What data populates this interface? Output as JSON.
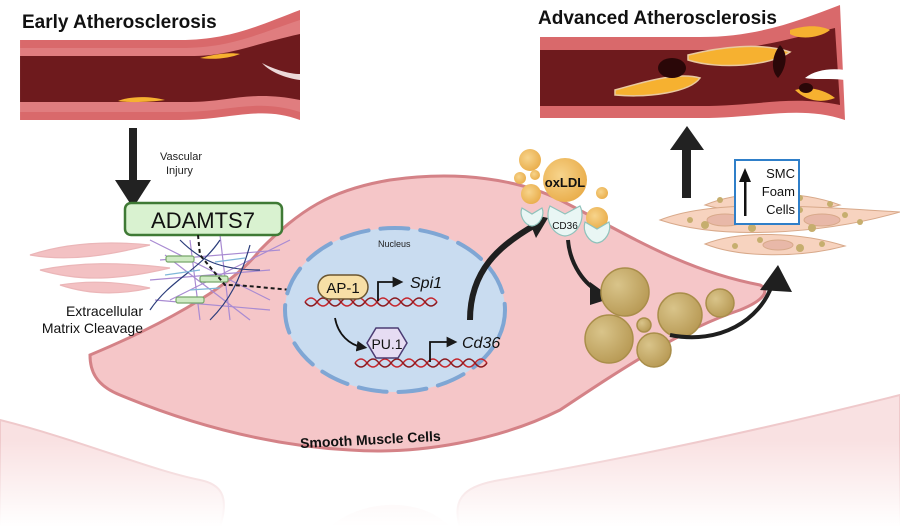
{
  "titles": {
    "early": "Early Atherosclerosis",
    "advanced": "Advanced Atherosclerosis"
  },
  "labels": {
    "vascular_injury_line1": "Vascular",
    "vascular_injury_line2": "Injury",
    "adamts7": "ADAMTS7",
    "ecm_line1": "Extracellular",
    "ecm_line2": "Matrix Cleavage",
    "nucleus": "Nucleus",
    "ap1": "AP-1",
    "spi1": "Spi1",
    "pu1": "PU.1",
    "cd36_gene": "Cd36",
    "oxldl": "oxLDL",
    "cd36_receptor": "CD36",
    "smc_foam_line1": "SMC",
    "smc_foam_line2": "Foam",
    "smc_foam_line3": "Cells",
    "smooth_muscle_cells": "Smooth Muscle Cells"
  },
  "colors": {
    "vessel_outer": "#d9696b",
    "vessel_mid": "#c24b4f",
    "vessel_lumen": "#6e1a1d",
    "plaque": "#f6b130",
    "smc_fill": "#f5c6c8",
    "smc_edge": "#d48287",
    "nucleus_fill": "#c9dcf0",
    "nucleus_edge": "#7fa6d4",
    "adamts7_fill": "#d9f2d0",
    "adamts7_edge": "#3f7a35",
    "ap1_fill": "#f7dfa6",
    "pu1_fill": "#e6dcf3",
    "lipid": "#c6ae6e",
    "foam_box_edge": "#2f7fc9",
    "dna": "#c5262d"
  }
}
